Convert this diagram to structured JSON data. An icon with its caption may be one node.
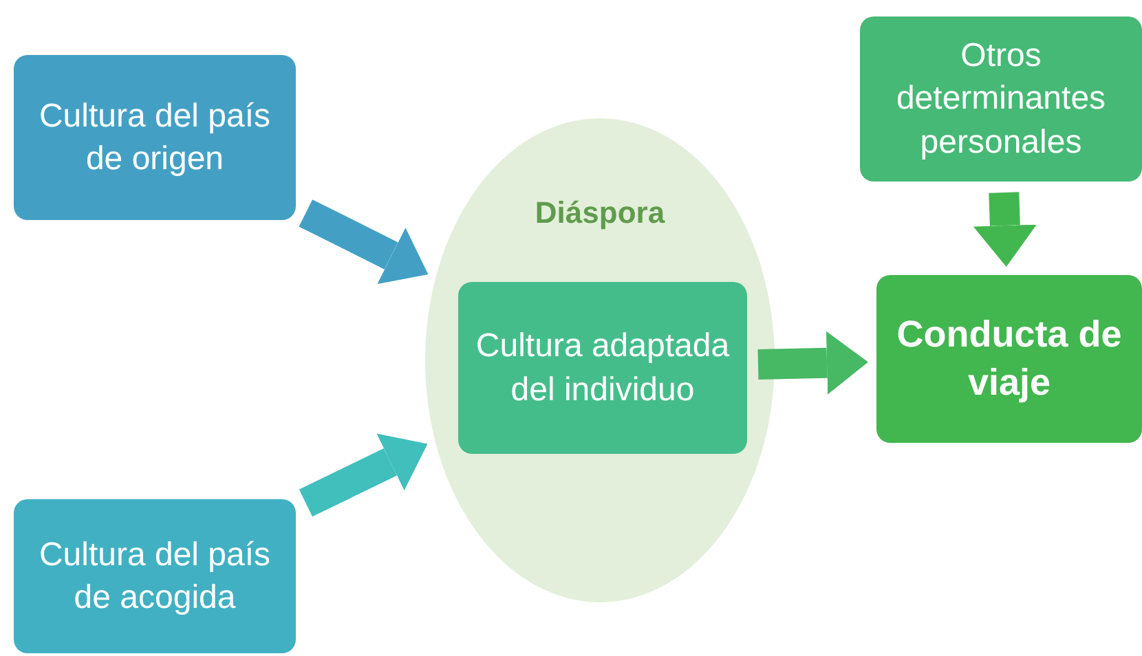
{
  "diagram": {
    "nodes": [
      {
        "text": [
          "Cultura del país de origen"
        ]
      },
      {
        "text": [
          "Cultura del país de acogida"
        ]
      },
      {
        "text": [
          "Diáspora"
        ]
      },
      {
        "text": [
          "Cultura adaptada del individuo"
        ],
        "in": 2
      },
      {
        "text": [
          "Otros determinantes personales"
        ]
      },
      {
        "text": [
          "Conducta de viaje"
        ]
      }
    ],
    "edges": [
      {
        "from": 0,
        "to": 2,
        "arrow": "to",
        "color": "#43a0c4"
      },
      {
        "from": 1,
        "to": 2,
        "arrow": "to",
        "color": "#40bfbd"
      },
      {
        "from": 3,
        "to": 5,
        "arrow": "to",
        "color": "#47b864"
      },
      {
        "from": 4,
        "to": 5,
        "arrow": "to",
        "color": "#43b74f"
      }
    ]
  }
}
